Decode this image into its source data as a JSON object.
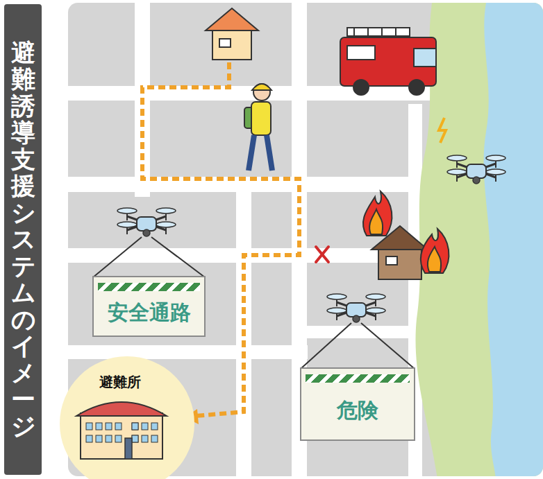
{
  "diagram": {
    "title": "避難誘導支援システムのイメージ",
    "nodes": [
      {
        "text": [
          "安全通路"
        ]
      },
      {
        "text": [
          "危険"
        ]
      },
      {
        "text": [
          "避難所"
        ]
      }
    ]
  }
}
